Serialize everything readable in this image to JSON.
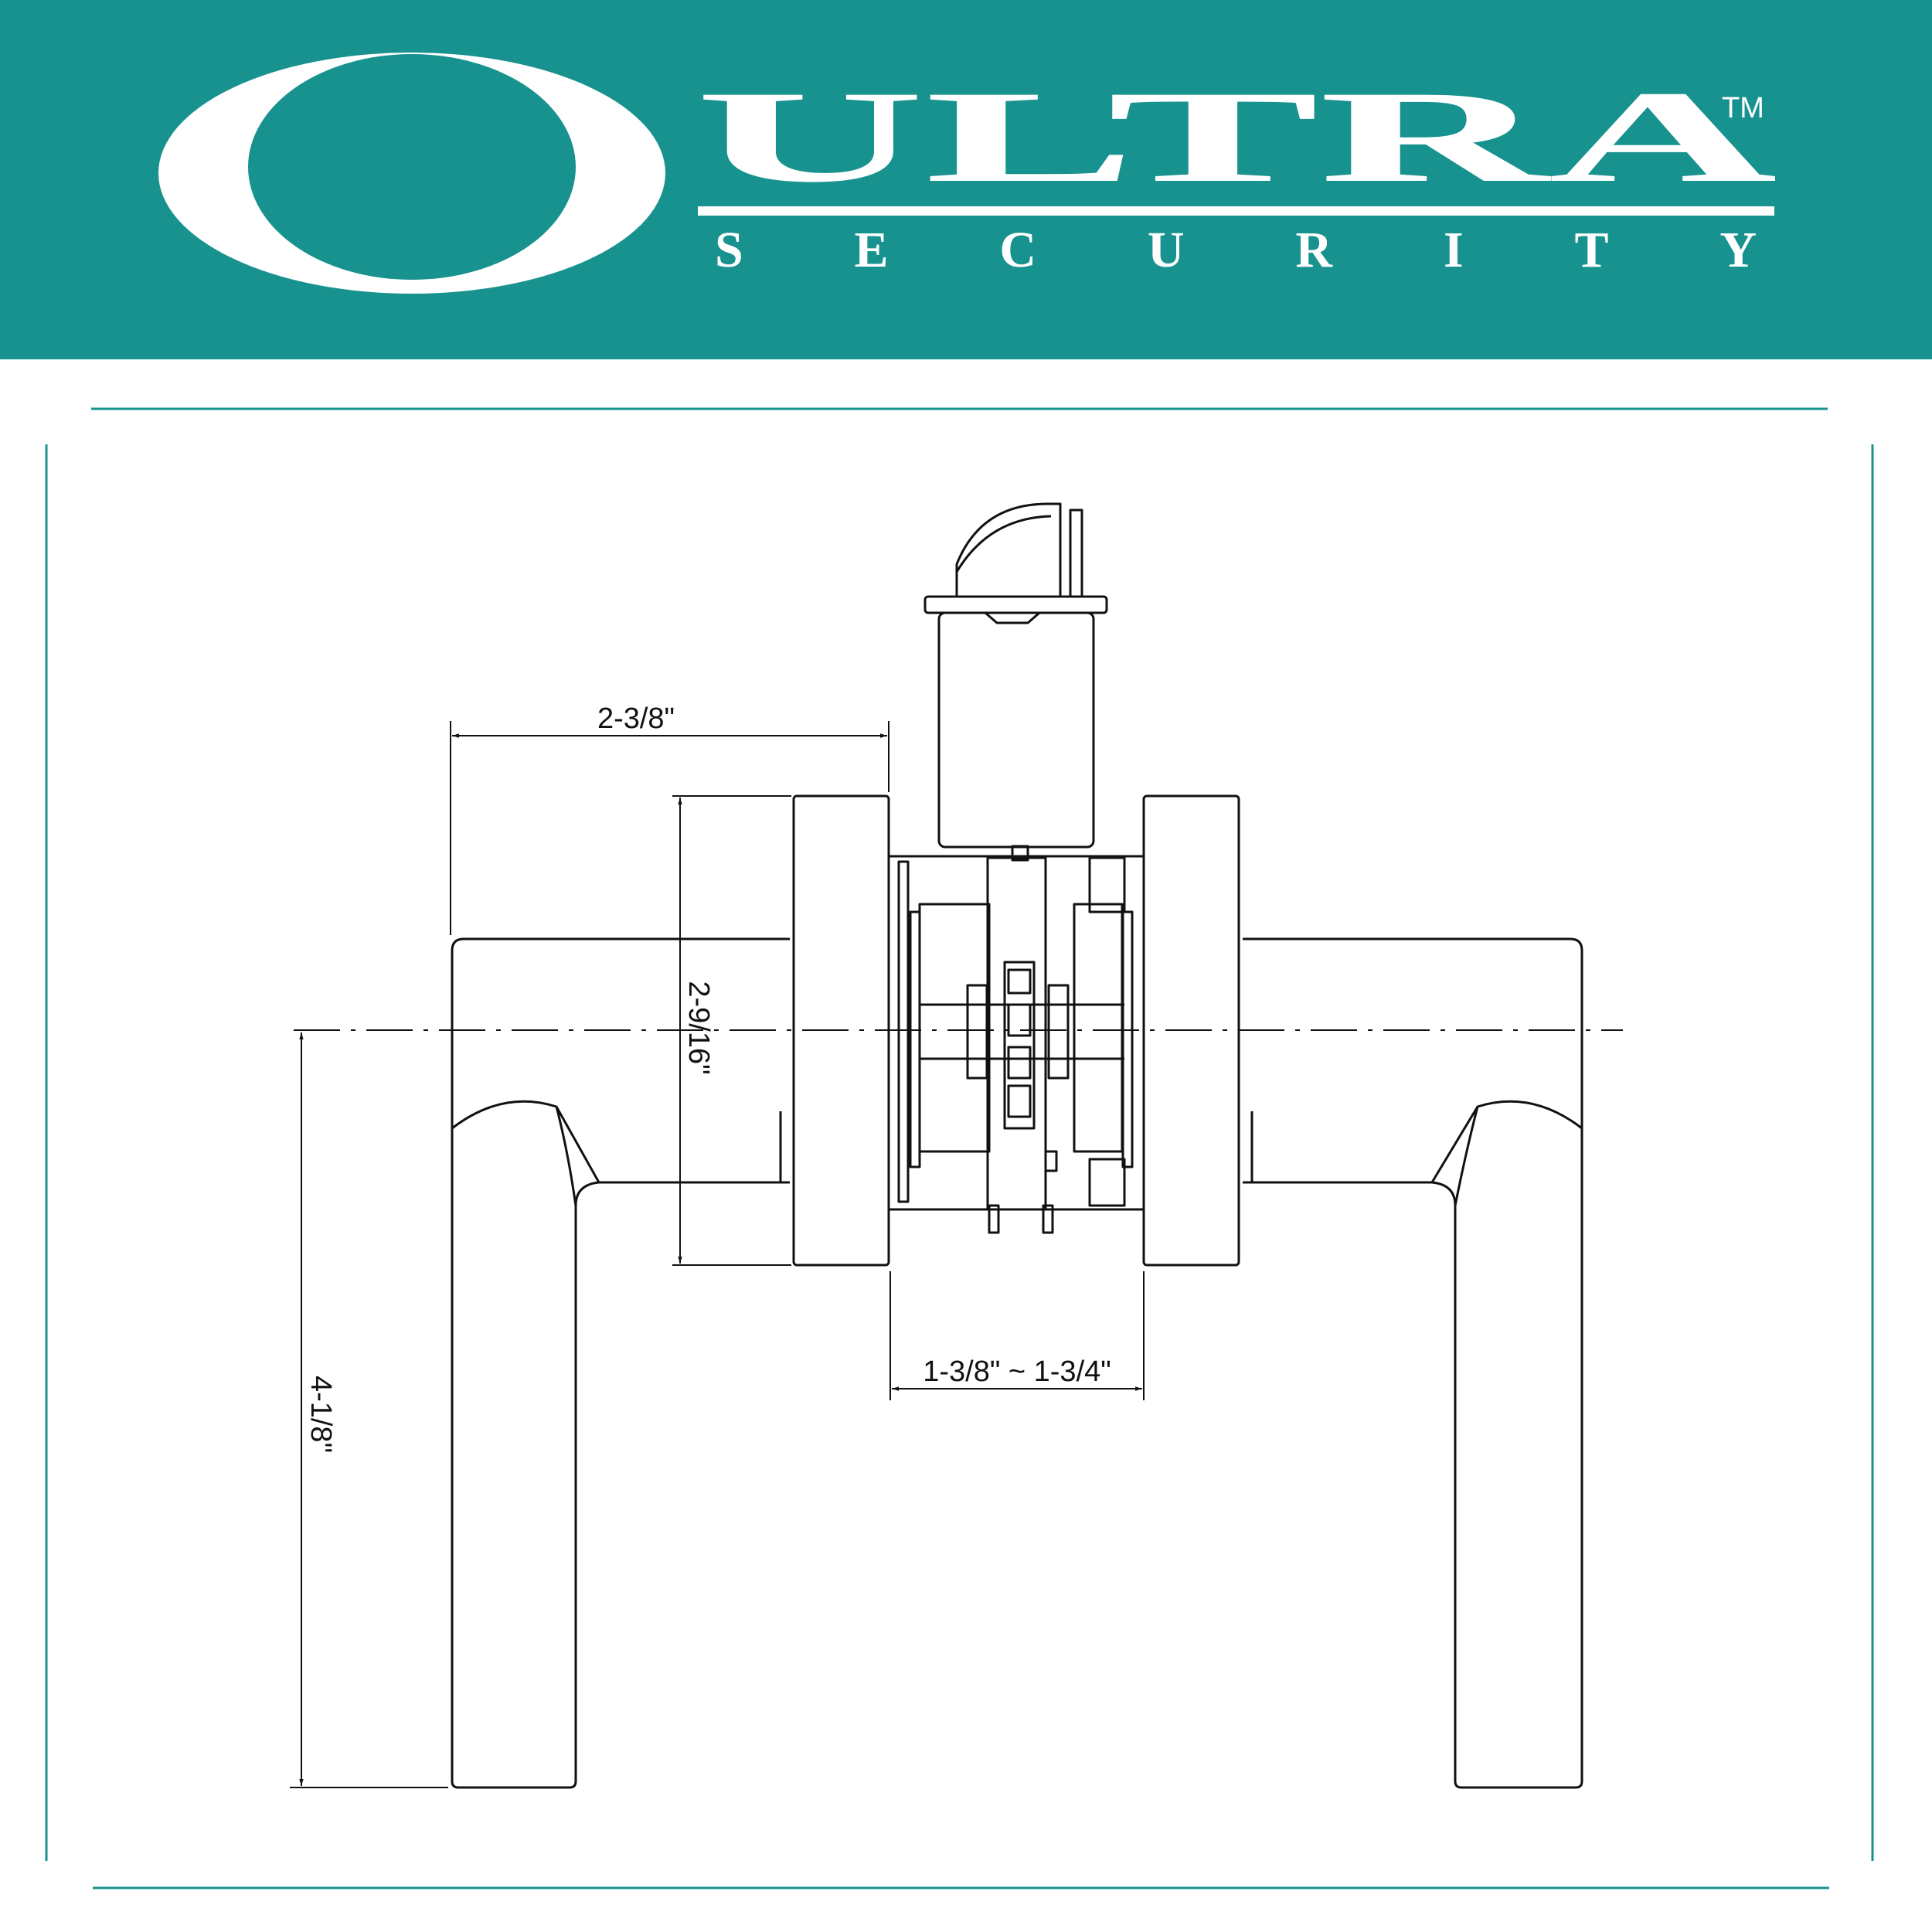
{
  "brand": {
    "name": "ULTRA",
    "trademark": "TM",
    "subtitle": "SECURITY",
    "color": "#17928F"
  },
  "dimensions": {
    "lever_projection": "2-3/8\"",
    "rose_diameter": "2-9/16\"",
    "lever_drop": "4-1/8\"",
    "door_thickness": "1-3/8\" ~ 1-3/4\""
  },
  "colors": {
    "frame_line": "#17928F",
    "drawing_line": "#111111"
  }
}
